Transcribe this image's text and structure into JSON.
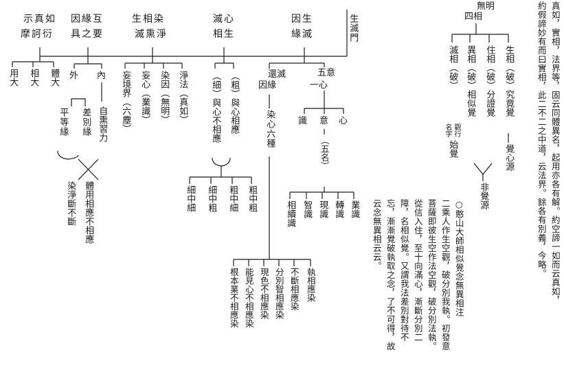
{
  "top_headers": [
    {
      "line1": "示真如",
      "line2": "摩訶衍"
    },
    {
      "line1": "因緣互",
      "line2": "具之要"
    },
    {
      "line1": "生相染",
      "line2": "滅熏淨"
    },
    {
      "line1": "滅心",
      "line2": "相生"
    },
    {
      "line1": "因生",
      "line2": "緣滅"
    }
  ],
  "right_gate": "生滅門",
  "mahayana_leaves": [
    "體大",
    "相大",
    "用大"
  ],
  "interdep": {
    "outer": "外",
    "inner": "內",
    "outer_leaf": "差別緣",
    "inner_leaf": "自熏習力",
    "left_paren": "平等緣",
    "cross_right": "體用相應不相應",
    "cross_left": "染淨斷不斷"
  },
  "defile": [
    "淨法（真如）",
    "染因（無明）",
    "妄心（業識）",
    "妄境界（六塵）"
  ],
  "mindlife": {
    "coarse": "（粗）與心相應",
    "fine": "（細）與心不相應",
    "leaves": [
      "粗中粗",
      "粗中細",
      "細中粗",
      "細中細"
    ]
  },
  "causes": {
    "five": "五意",
    "one": "一心",
    "return": "還滅",
    "causes_label": "因緣",
    "xin": "心",
    "yi": "意",
    "shi": "識",
    "wuming": "（五名）",
    "five_names": [
      "業識",
      "轉識",
      "現識",
      "智識",
      "相續識"
    ],
    "six": "染心六種",
    "six_list": [
      "執相應染",
      "不斷相應染",
      "分別智相應染",
      "現色不相應染",
      "能見心不相應染",
      "根本業不相應染"
    ]
  },
  "awakening": {
    "top1": "無明",
    "top2": "四相",
    "columns": [
      "生相（破）究竟覺",
      "住相（破）分證覺",
      "異相（破）相似覺",
      "滅相（破）"
    ],
    "end_label": "覺心源",
    "nonjue": "非覺源",
    "small1": "觀行",
    "small2": "名字",
    "shijue": "始覺"
  },
  "commentary": [
    "○憨山大師相似覺念無異相注",
    "二乘人作生空觀，破分別我執。初發意",
    "菩薩即彼生空作法空觀，破分別法執。",
    "從信入住，至十向滿心，漸斷分別二",
    "障，名相似覺。又謂我法差別對待不",
    "忘，漸漸覺破執取之念，了不可得，故",
    "云念無異相云云。"
  ],
  "side_text": [
    "真如，實相，法界等，固云同體異名，起用亦各有解。約空諦一如而云真如，",
    "約假諦妙有而曰實相，此二不二之中道，云法界。餘各有別義，今略。"
  ]
}
